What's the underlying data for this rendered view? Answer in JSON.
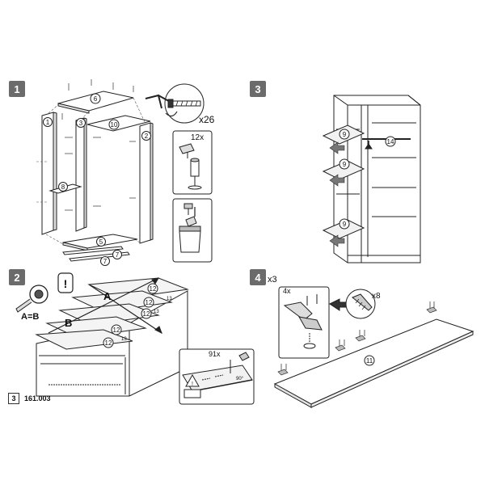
{
  "steps": [
    "1",
    "2",
    "3",
    "4"
  ],
  "step1": {
    "parts": [
      "6",
      "10",
      "1",
      "3",
      "2",
      "8",
      "5",
      "7",
      "7"
    ],
    "screw_count": "x26",
    "dowel_count": "12x"
  },
  "step2": {
    "panels": [
      "12",
      "12",
      "12",
      "12",
      "12"
    ],
    "thickness": [
      "13",
      "13",
      "13"
    ],
    "label_a": "A",
    "label_b": "B",
    "rule": "A=B",
    "nail_count": "91x",
    "angle": "90°",
    "warning": "!"
  },
  "step3": {
    "parts": [
      "9",
      "9",
      "9",
      "14"
    ]
  },
  "step4": {
    "repeat": "x3",
    "hinge_count": "4x",
    "screw_count": "x8",
    "part": "11"
  },
  "footer": {
    "sheet": "3",
    "code": "161.003"
  }
}
